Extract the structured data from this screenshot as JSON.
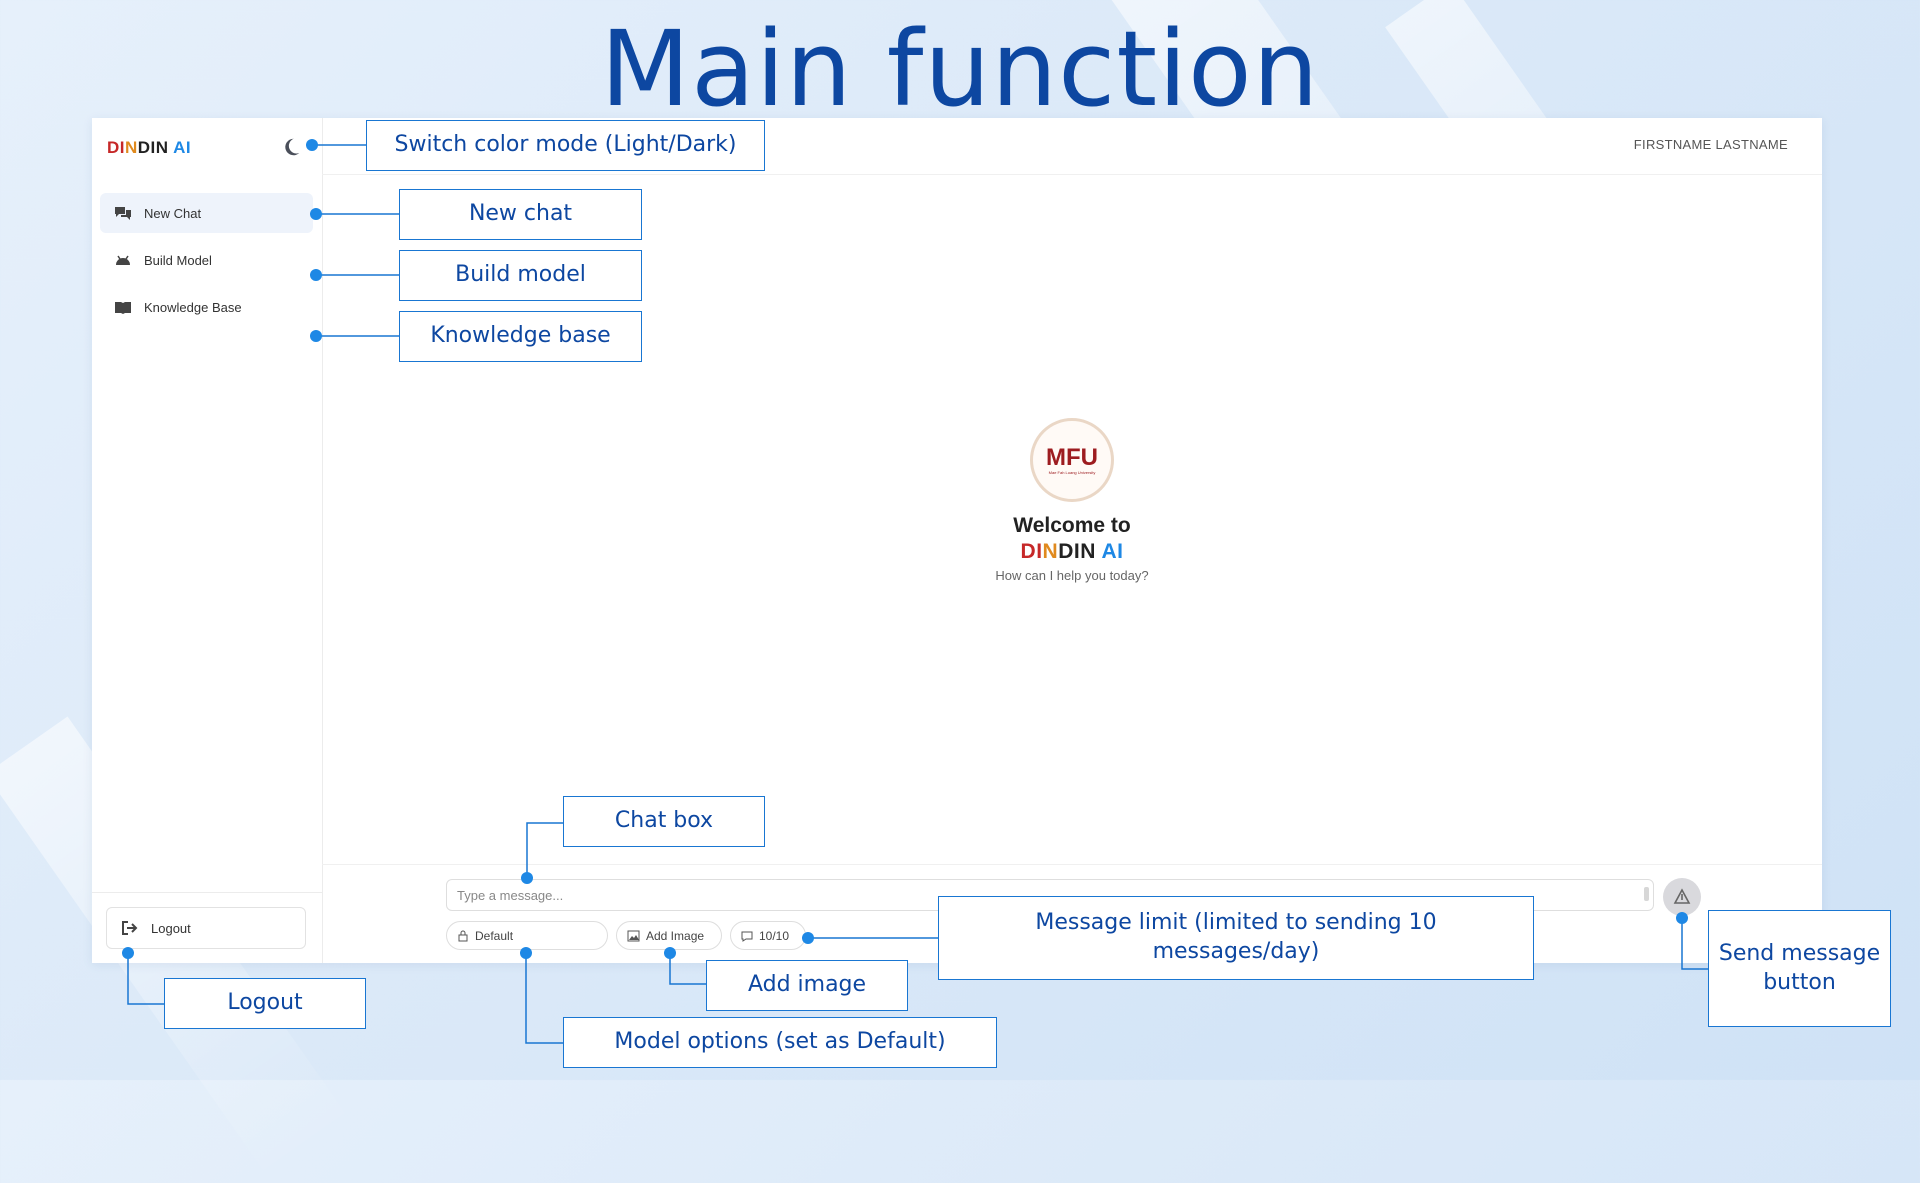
{
  "slide_title": "Main function",
  "app": {
    "brand": {
      "part1": "DI",
      "part2": "N",
      "part3": "DIN",
      "part4": " AI"
    },
    "user_name": "FIRSTNAME LASTNAME",
    "sidebar": {
      "items": [
        {
          "label": "New Chat",
          "icon": "chat-bubbles-icon",
          "active": true
        },
        {
          "label": "Build Model",
          "icon": "robot-icon",
          "active": false
        },
        {
          "label": "Knowledge Base",
          "icon": "book-icon",
          "active": false
        }
      ],
      "logout_label": "Logout"
    },
    "welcome": {
      "logo_text": "MFU",
      "logo_subtext": "Mae Fah Luang University",
      "title": "Welcome to",
      "brand_part1": "DI",
      "brand_part2": "N",
      "brand_part3": "DIN",
      "brand_part4": " AI",
      "subtitle": "How can I help you today?"
    },
    "composer": {
      "placeholder": "Type a message...",
      "model_option": "Default",
      "add_image_label": "Add Image",
      "message_limit": "10/10"
    }
  },
  "annotations": {
    "switch_mode": "Switch color mode (Light/Dark)",
    "new_chat": "New chat",
    "build_model": "Build model",
    "knowledge_base": "Knowledge base",
    "chat_box": "Chat box",
    "message_limit": "Message limit (limited to sending 10 messages/day)",
    "send_button": "Send message button",
    "add_image": "Add image",
    "logout": "Logout",
    "model_options": "Model options (set as Default)"
  },
  "colors": {
    "annotation_blue": "#1976d2",
    "title_blue": "#0d47a1",
    "brand_red": "#c62828",
    "brand_orange": "#e08a1e",
    "brand_blue": "#1e88e5"
  }
}
